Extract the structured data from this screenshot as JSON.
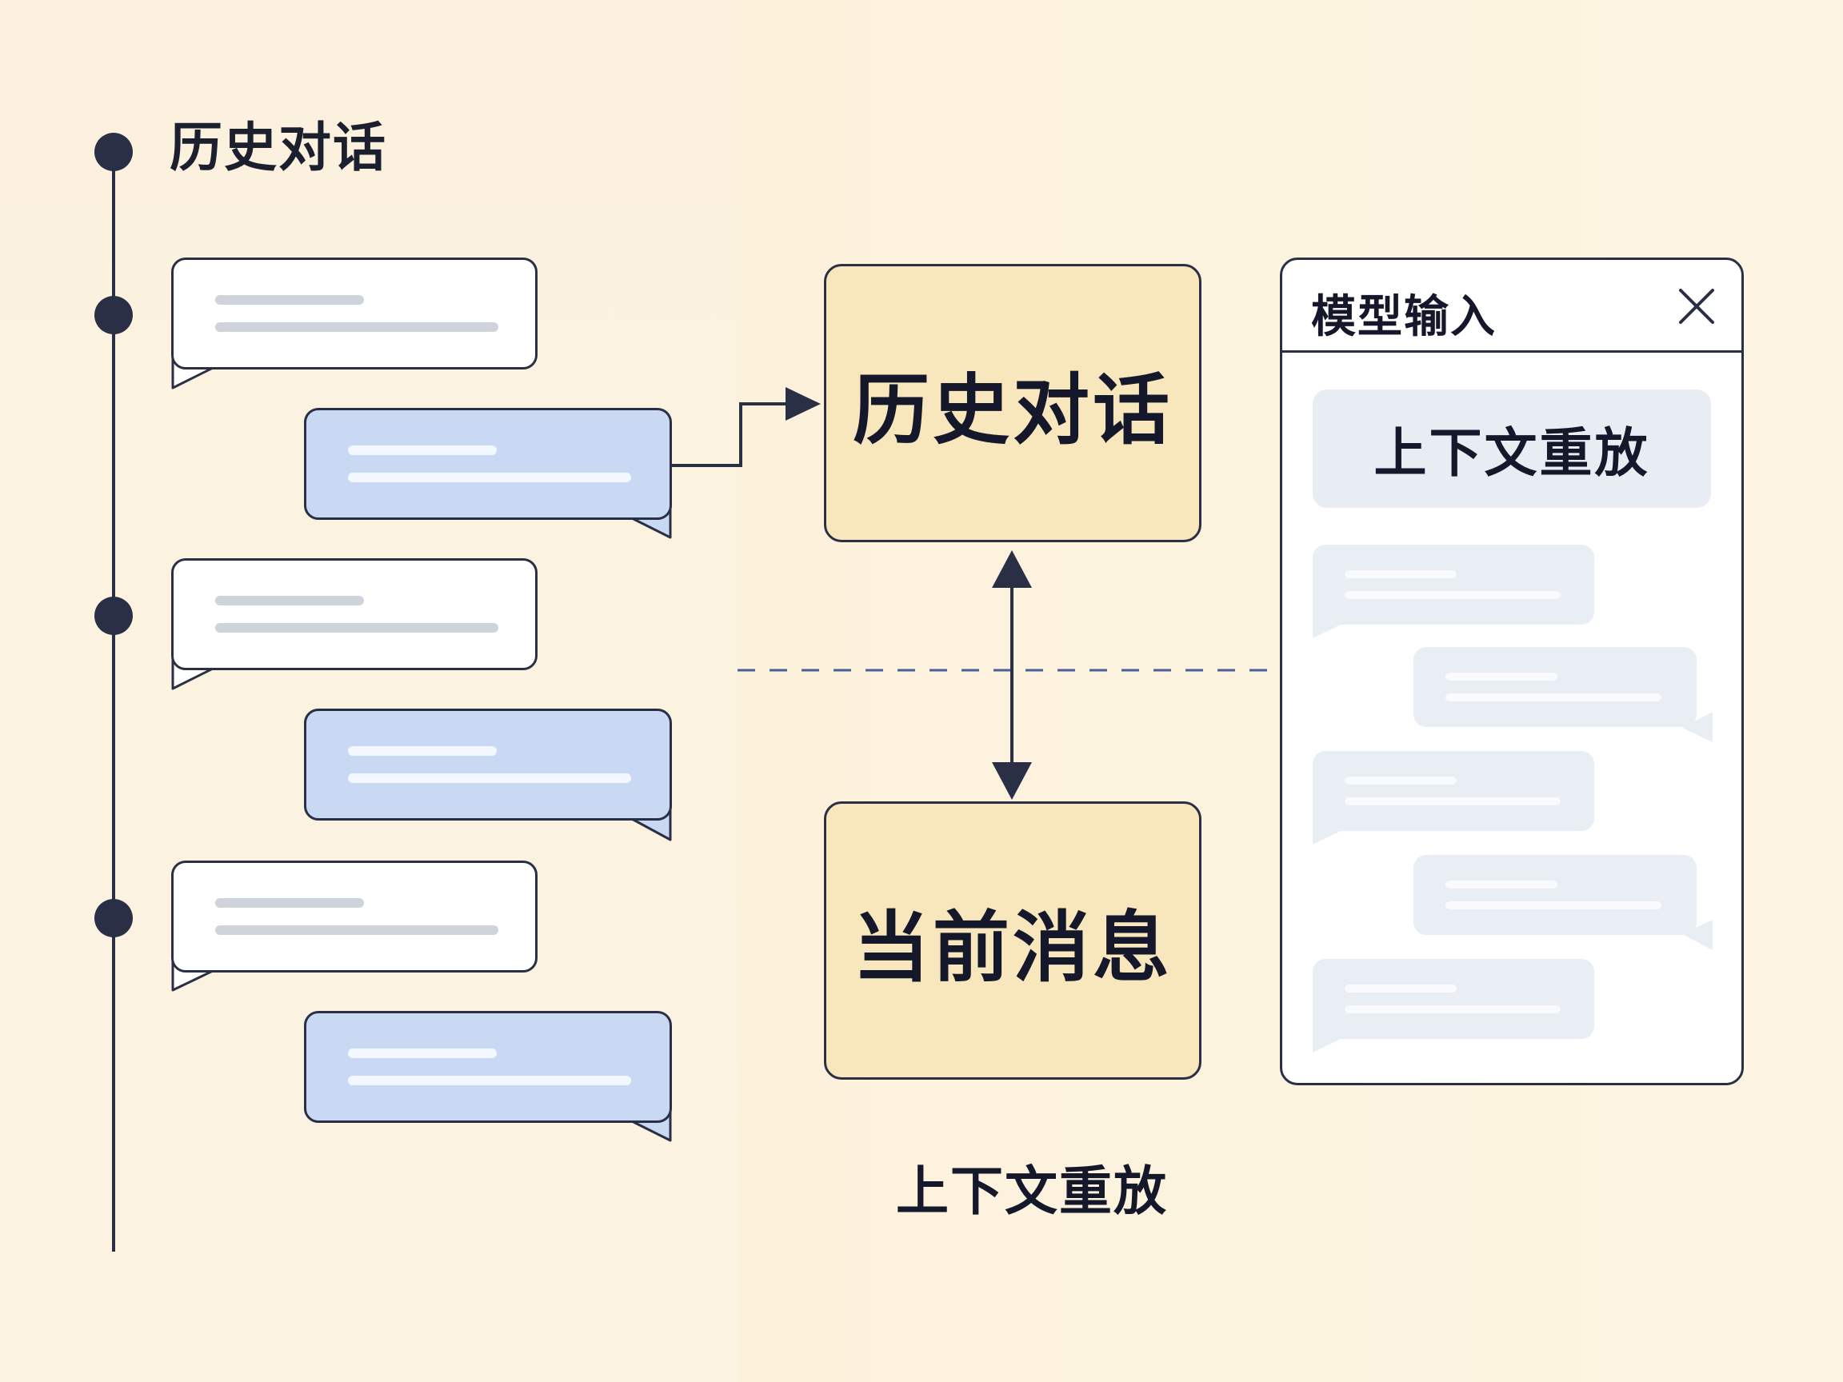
{
  "timeline": {
    "title": "历史对话"
  },
  "diagram": {
    "history_box_label": "历史对话",
    "current_box_label": "当前消息",
    "caption": "上下文重放"
  },
  "model_window": {
    "title": "模型输入",
    "close_icon": "close-icon",
    "replay_label": "上下文重放"
  },
  "colors": {
    "ink": "#2a2f45",
    "concept_fill": "#f8e7bc",
    "outgoing_bubble": "#c9d9f3",
    "incoming_bubble": "#ffffff",
    "divider_dash": "#4a5e9a",
    "ghost_bubble": "#e9edf4"
  }
}
